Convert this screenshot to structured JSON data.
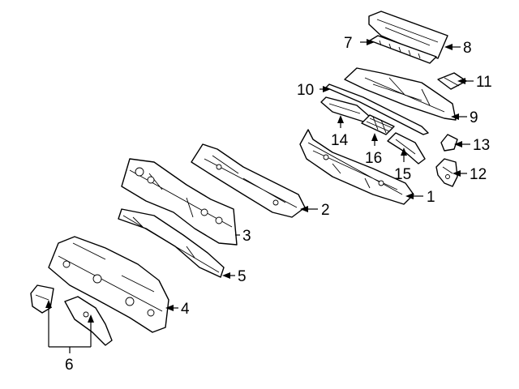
{
  "diagram": {
    "callouts": [
      {
        "id": "label-1",
        "text": "1"
      },
      {
        "id": "label-2",
        "text": "2"
      },
      {
        "id": "label-3",
        "text": "3"
      },
      {
        "id": "label-4",
        "text": "4"
      },
      {
        "id": "label-5",
        "text": "5"
      },
      {
        "id": "label-6",
        "text": "6"
      },
      {
        "id": "label-7",
        "text": "7"
      },
      {
        "id": "label-8",
        "text": "8"
      },
      {
        "id": "label-9",
        "text": "9"
      },
      {
        "id": "label-10",
        "text": "10"
      },
      {
        "id": "label-11",
        "text": "11"
      },
      {
        "id": "label-12",
        "text": "12"
      },
      {
        "id": "label-13",
        "text": "13"
      },
      {
        "id": "label-14",
        "text": "14"
      },
      {
        "id": "label-15",
        "text": "15"
      },
      {
        "id": "label-16",
        "text": "16"
      }
    ],
    "colors": {
      "line": "#000000",
      "background": "#ffffff"
    }
  }
}
